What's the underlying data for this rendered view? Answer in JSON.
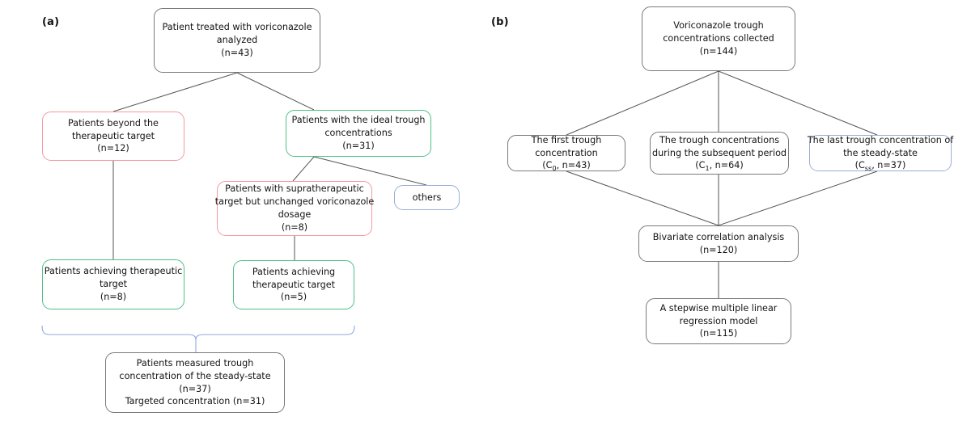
{
  "figure": {
    "type": "flowchart",
    "panels": [
      {
        "id": "a",
        "label": "(a)"
      },
      {
        "id": "b",
        "label": "(b)"
      }
    ]
  },
  "colors": {
    "default_border": "#7a7a7a",
    "red_border": "#f29aa0",
    "green_border": "#4fc08a",
    "blue_border": "#9aafd6",
    "edge": "#555555",
    "brace": "#8fa8dd",
    "text": "#141414",
    "background": "#ffffff"
  },
  "panel_a": {
    "label": "(a)",
    "nodes": {
      "root": {
        "lines": [
          "Patient treated with voriconazole",
          "analyzed",
          "(n=43)"
        ],
        "color": "gray"
      },
      "beyond_target": {
        "lines": [
          "Patients beyond the",
          "therapeutic target",
          "(n=12)"
        ],
        "color": "red"
      },
      "ideal_trough": {
        "lines": [
          "Patients with the ideal trough",
          "concentrations",
          "(n=31)"
        ],
        "color": "green"
      },
      "supratherapeutic": {
        "lines": [
          "Patients with supratherapeutic",
          "target but unchanged voriconazole",
          "dosage",
          "(n=8)"
        ],
        "color": "red"
      },
      "others": {
        "lines": [
          "others"
        ],
        "color": "blue"
      },
      "achieving_left": {
        "lines": [
          "Patients achieving therapeutic",
          "target",
          "(n=8)"
        ],
        "color": "green"
      },
      "achieving_right": {
        "lines": [
          "Patients achieving",
          "therapeutic target",
          "(n=5)"
        ],
        "color": "green"
      },
      "measured_steady_state": {
        "lines": [
          "Patients measured trough",
          "concentration of the steady-state",
          "(n=37)",
          "Targeted concentration (n=31)"
        ],
        "color": "gray"
      }
    }
  },
  "panel_b": {
    "label": "(b)",
    "nodes": {
      "root": {
        "lines": [
          "Voriconazole trough",
          "concentrations collected",
          "(n=144)"
        ],
        "color": "gray"
      },
      "first_trough": {
        "lines": [
          "The first trough",
          "concentration"
        ],
        "formula": "(C",
        "formula_sub": "0",
        "formula_tail": ", n=43)",
        "color": "gray"
      },
      "subsequent_trough": {
        "lines": [
          "The trough concentrations",
          "during the subsequent period"
        ],
        "formula": "(C",
        "formula_sub": "1",
        "formula_tail": ", n=64)",
        "color": "gray"
      },
      "last_trough": {
        "lines": [
          "The last trough concentration of",
          "the steady-state"
        ],
        "formula": "(C",
        "formula_sub": "ss",
        "formula_tail": ", n=37)",
        "color": "blue"
      },
      "bivariate": {
        "lines": [
          "Bivariate correlation analysis",
          "(n=120)"
        ],
        "color": "gray"
      },
      "regression": {
        "lines": [
          "A stepwise multiple linear",
          "regression model",
          "(n=115)"
        ],
        "color": "gray"
      }
    }
  }
}
